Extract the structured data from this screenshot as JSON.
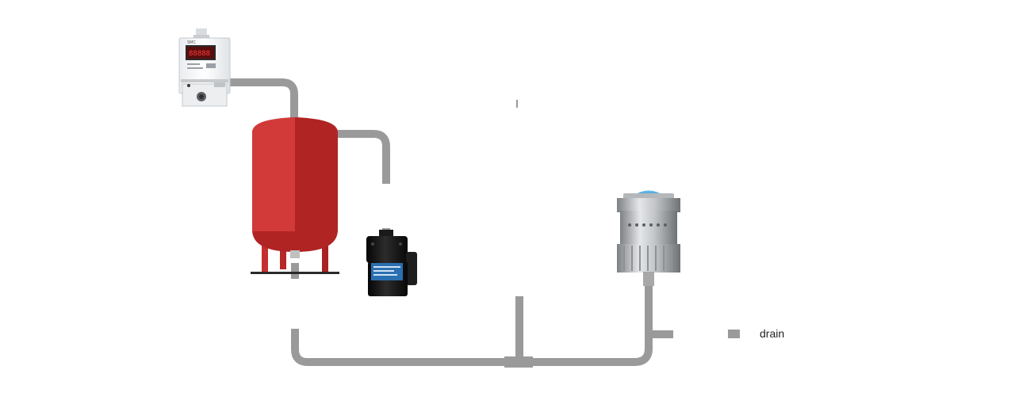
{
  "labels": {
    "drain": "drain"
  },
  "regulator": {
    "brand": "SMC",
    "display": "88888"
  },
  "colors": {
    "pipe": "#9a9a9a",
    "tank_red": "#d23a3a",
    "tank_red_dark": "#b02424",
    "pump_black": "#151515",
    "pump_label_blue": "#2a6fb0",
    "filter_silver": "#b9bcc0",
    "filter_cap_blue": "#3a9ad8"
  },
  "icons": {
    "regulator": "electronic-pressure-regulator-icon",
    "tank": "pressure-tank-icon",
    "pump": "diaphragm-pump-icon",
    "filter": "pressure-filter-icon",
    "drain": "drain-marker-icon"
  }
}
